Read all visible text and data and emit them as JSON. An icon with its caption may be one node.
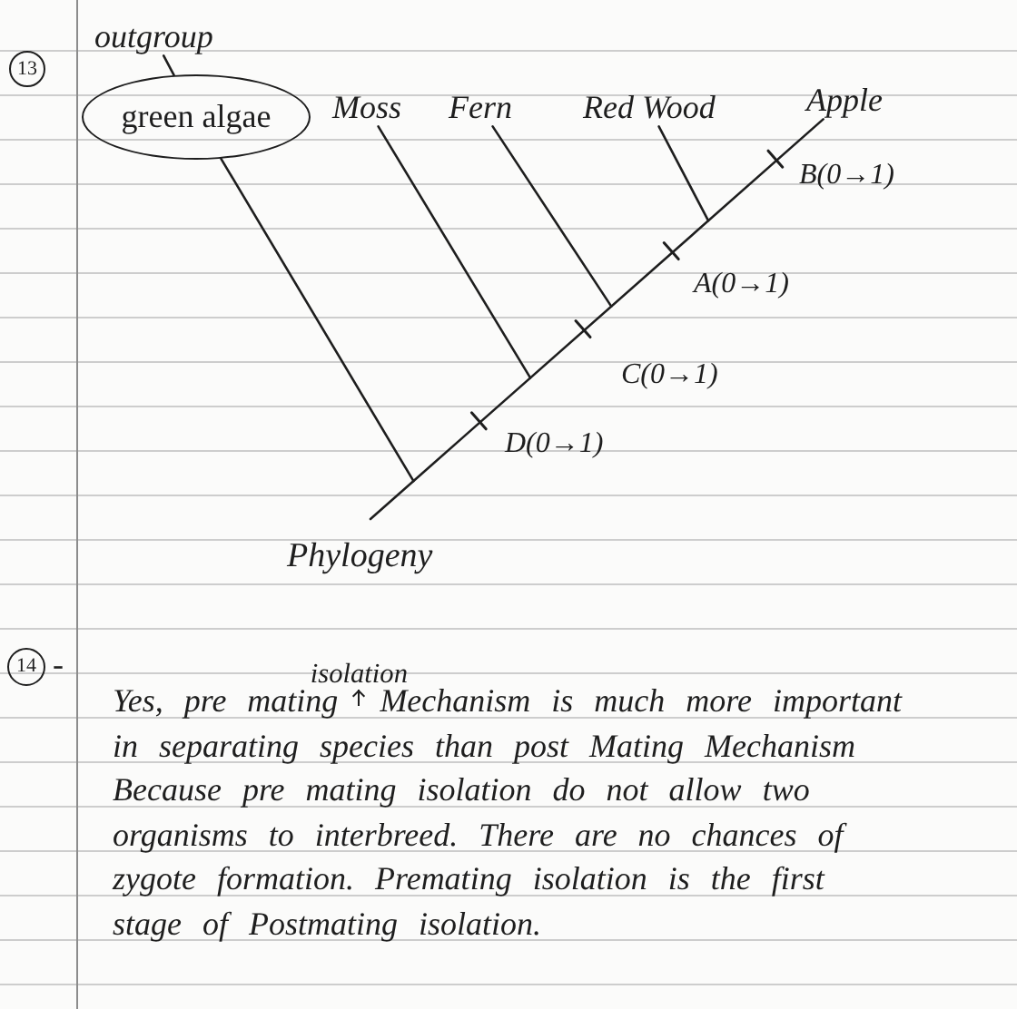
{
  "diagram": {
    "nodes": [
      {
        "text": [
          "13"
        ]
      },
      {
        "text": [
          "outgroup"
        ]
      },
      {
        "text": [
          "green algae"
        ]
      },
      {
        "text": [
          "Moss"
        ]
      },
      {
        "text": [
          "Fern"
        ]
      },
      {
        "text": [
          "Red Wood"
        ]
      },
      {
        "text": [
          "Apple"
        ]
      },
      {
        "text": [
          "14"
        ],
        "beside": [
          "-"
        ]
      }
    ],
    "edges": [
      {
        "from": 1,
        "to": 2,
        "arrow": "none"
      },
      {
        "from": 2,
        "to": null,
        "arrow": "none"
      },
      {
        "from": 3,
        "to": null,
        "arrow": "none"
      },
      {
        "from": 4,
        "to": null,
        "arrow": "none"
      },
      {
        "from": 5,
        "to": null,
        "arrow": "none"
      },
      {
        "from": null,
        "to": 6,
        "arrow": "none"
      }
    ],
    "labels": [
      "B(0→1)",
      "A(0→1)",
      "C(0→1)",
      "D(0→1)",
      "Phylogeny",
      "Yes, pre mating $^{isolation}$ Mechanism is much more important in separating species than post Mating Mechanism Because pre mating isolation do not allow two organisms to interbreed. There are no chances of zygote formation. Premating isolation is the first stage of Postmating isolation."
    ]
  }
}
